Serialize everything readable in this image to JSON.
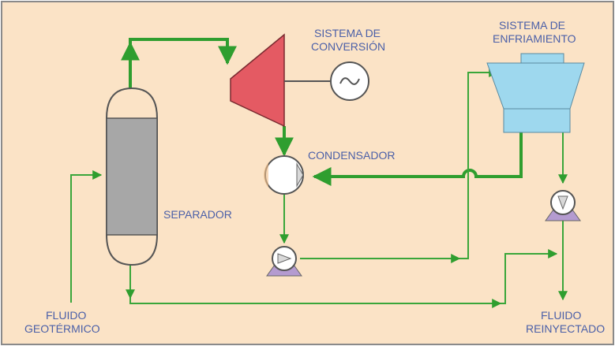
{
  "colors": {
    "background": "#fbe3c6",
    "frame": "#8a8a8a",
    "pipe": "#3aa63a",
    "label": "#4a5fa8",
    "turbine": "#e45a63",
    "cooling_tower": "#9ed8ee",
    "separator_core": "#a7a7a7",
    "pump_base": "#b49bd0"
  },
  "labels": {
    "conversion_line1": "SISTEMA DE",
    "conversion_line2": "CONVERSIÓN",
    "cooling_line1": "SISTEMA DE",
    "cooling_line2": "ENFRIAMIENTO",
    "condenser": "CONDENSADOR",
    "separator": "SEPARADOR",
    "geo_fluid_line1": "FLUIDO",
    "geo_fluid_line2": "GEOTÉRMICO",
    "reinjected_line1": "FLUIDO",
    "reinjected_line2": "REINYECTADO"
  },
  "icons": [
    "generator-icon",
    "condenser-icon",
    "pump-icon",
    "cooling-tower-icon",
    "turbine-icon",
    "separator-vessel-icon"
  ]
}
